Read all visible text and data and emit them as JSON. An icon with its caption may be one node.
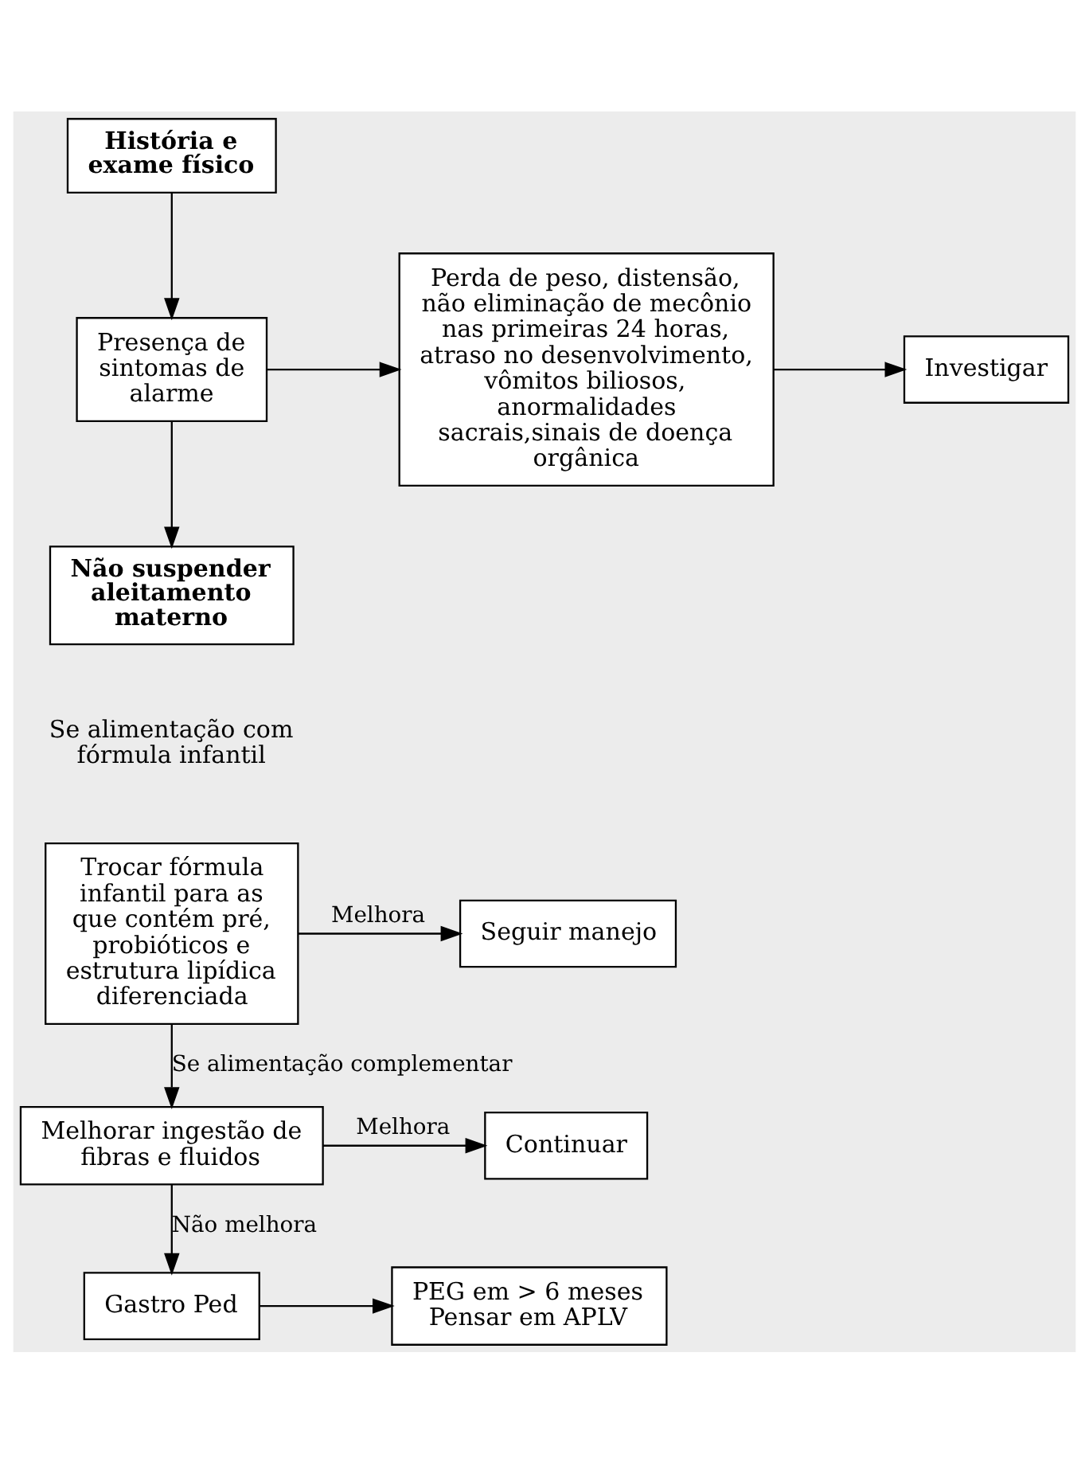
{
  "diagram": {
    "nodes": [
      {
        "text": [
          "História e exame físico"
        ]
      },
      {
        "text": [
          "Presença de sintomas de alarme"
        ]
      },
      {
        "text": [
          "Perda de peso, distensão, não eliminação de mecônio nas primeiras 24 horas, atraso no desenvolvimento, vômitos biliosos, anormalidades sacrais,sinais de doença orgânica"
        ]
      },
      {
        "text": [
          "Investigar"
        ]
      },
      {
        "text": [
          "Não suspender aleitamento materno"
        ]
      },
      {
        "text": [
          "Trocar fórmula infantil para as que contém pré, probióticos e estrutura lipídica diferenciada"
        ]
      },
      {
        "text": [
          "Seguir manejo"
        ]
      },
      {
        "text": [
          "Melhorar ingestão de fibras e fluidos"
        ]
      },
      {
        "text": [
          "Continuar"
        ]
      },
      {
        "text": [
          "Gastro Ped"
        ]
      },
      {
        "text": [
          "PEG em > 6 meses",
          "Pensar em APLV"
        ]
      }
    ],
    "edges": [
      {
        "from": 0,
        "to": 1,
        "arrow": "to"
      },
      {
        "from": 1,
        "to": 2,
        "arrow": "to"
      },
      {
        "from": 2,
        "to": 3,
        "arrow": "to"
      },
      {
        "from": 1,
        "to": 4,
        "arrow": "to"
      },
      {
        "from": 5,
        "to": 6,
        "arrow": "to",
        "label": "Melhora"
      },
      {
        "from": 5,
        "to": 7,
        "arrow": "to",
        "label": "Se alimentação complementar"
      },
      {
        "from": 7,
        "to": 8,
        "arrow": "to",
        "label": "Melhora"
      },
      {
        "from": 7,
        "to": 9,
        "arrow": "to",
        "label": "Não melhora"
      },
      {
        "from": 9,
        "to": 10,
        "arrow": "to"
      }
    ],
    "labels": [
      "Se alimentação com fórmula infantil"
    ]
  }
}
